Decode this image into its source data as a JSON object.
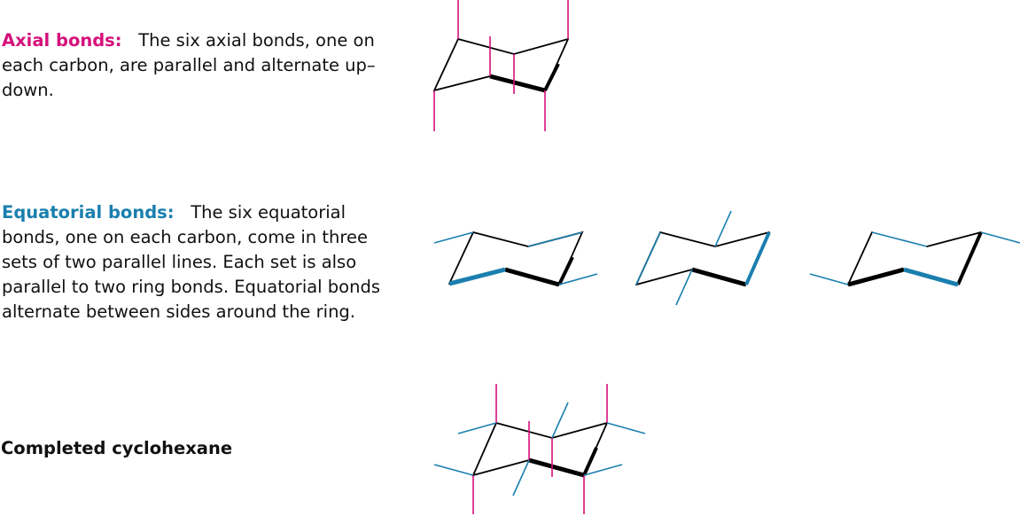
{
  "axial": {
    "term": "Axial bonds:",
    "text": "The six axial bonds, one on each carbon, are parallel and alternate up–down."
  },
  "equatorial": {
    "term": "Equatorial bonds:",
    "text": "The six equatorial bonds, one on each carbon, come in three sets of two parallel lines. Each set is also parallel to two ring bonds. Equatorial bonds alternate between sides around the ring."
  },
  "completed": {
    "label": "Completed cyclohexane"
  },
  "colors": {
    "axial": "#d6107c",
    "equatorial": "#1a7fae",
    "ring": "#000000"
  }
}
